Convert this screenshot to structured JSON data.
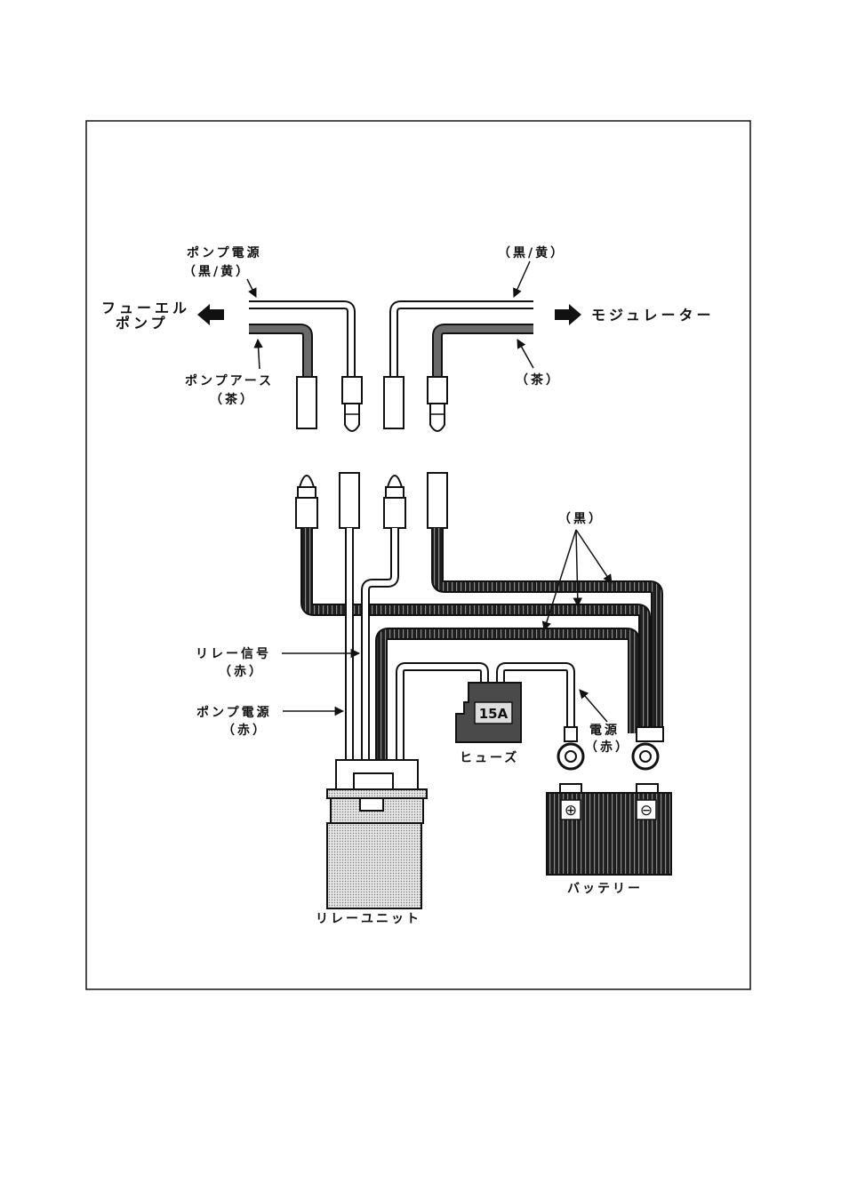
{
  "labels": {
    "pump_power": "ポンプ電源",
    "pump_power_color": "（黒/黄）",
    "black_yellow": "（黒/黄）",
    "fuel_pump_line1": "フューエル",
    "fuel_pump_line2": "ポンプ",
    "modulator": "モジュレーター",
    "pump_earth": "ポンプアース",
    "pump_earth_color": "（茶）",
    "brown": "（茶）",
    "black": "（黒）",
    "relay_signal": "リレー信号",
    "relay_signal_color": "（赤）",
    "pump_power_lower": "ポンプ電源",
    "pump_power_lower_color": "（赤）",
    "fuse_value": "15A",
    "fuse": "ヒューズ",
    "power": "電源",
    "power_color": "（赤）",
    "relay_unit": "リレーユニット",
    "battery": "バッテリー",
    "plus_symbol": "⊕",
    "minus_symbol": "⊖"
  },
  "colors": {
    "frame": "#111111",
    "wire_dark": "#3a3a3a",
    "wire_light": "#ffffff",
    "relay_body": "#d8d8d8",
    "fuse_body": "#4a4a4a",
    "battery_body": "#2b2b2b"
  }
}
